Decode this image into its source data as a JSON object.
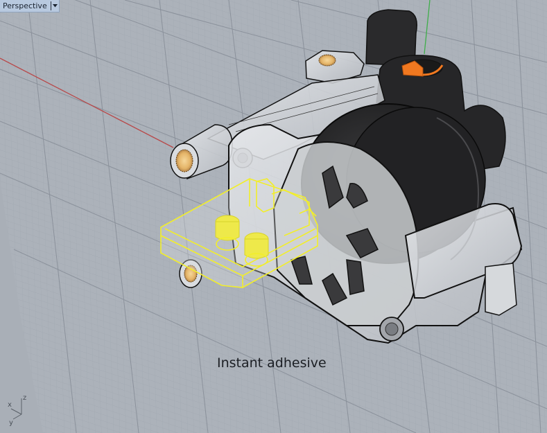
{
  "viewport": {
    "title": "Perspective",
    "menu_icon": "chevron-down-icon"
  },
  "caption": "Instant adhesive",
  "axis_widget": {
    "x_label": "x",
    "y_label": "y",
    "z_label": "z"
  },
  "colors": {
    "background": "#a9afb7",
    "grid_minor": "#9ea5ae",
    "grid_major": "#7f8690",
    "x_axis": "#b8494a",
    "y_axis": "#3fae4a",
    "selection": "#f2ee2a",
    "bearing": "#e8b560",
    "orange_clip": "#f07820",
    "dark_part": "#1e1e1f",
    "label_bg": "#b8c9df"
  },
  "scene": {
    "selected_object": "adhesive-bracket",
    "objects": [
      "extruder-assembly",
      "gear-wheel",
      "arm",
      "idler-bearings",
      "selected-bracket",
      "magnets"
    ]
  }
}
